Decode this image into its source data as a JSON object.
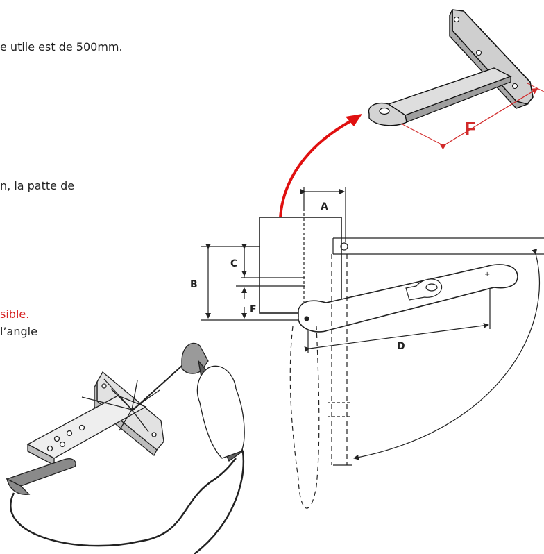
{
  "text": {
    "line1": "e utile est de 500mm.",
    "line2": "n, la patte de",
    "line3": "sible.",
    "line4": "l’angle"
  },
  "labels": {
    "A": "A",
    "B": "B",
    "C": "C",
    "F_dim": "F",
    "D": "D",
    "F_bracket": "F"
  },
  "colors": {
    "text": "#1f1f1f",
    "warning": "#d61f1f",
    "arrow": "#e01010",
    "bracket_fill": "#d8d8d8",
    "bracket_dim": "#d22a2a",
    "line": "#222222"
  }
}
